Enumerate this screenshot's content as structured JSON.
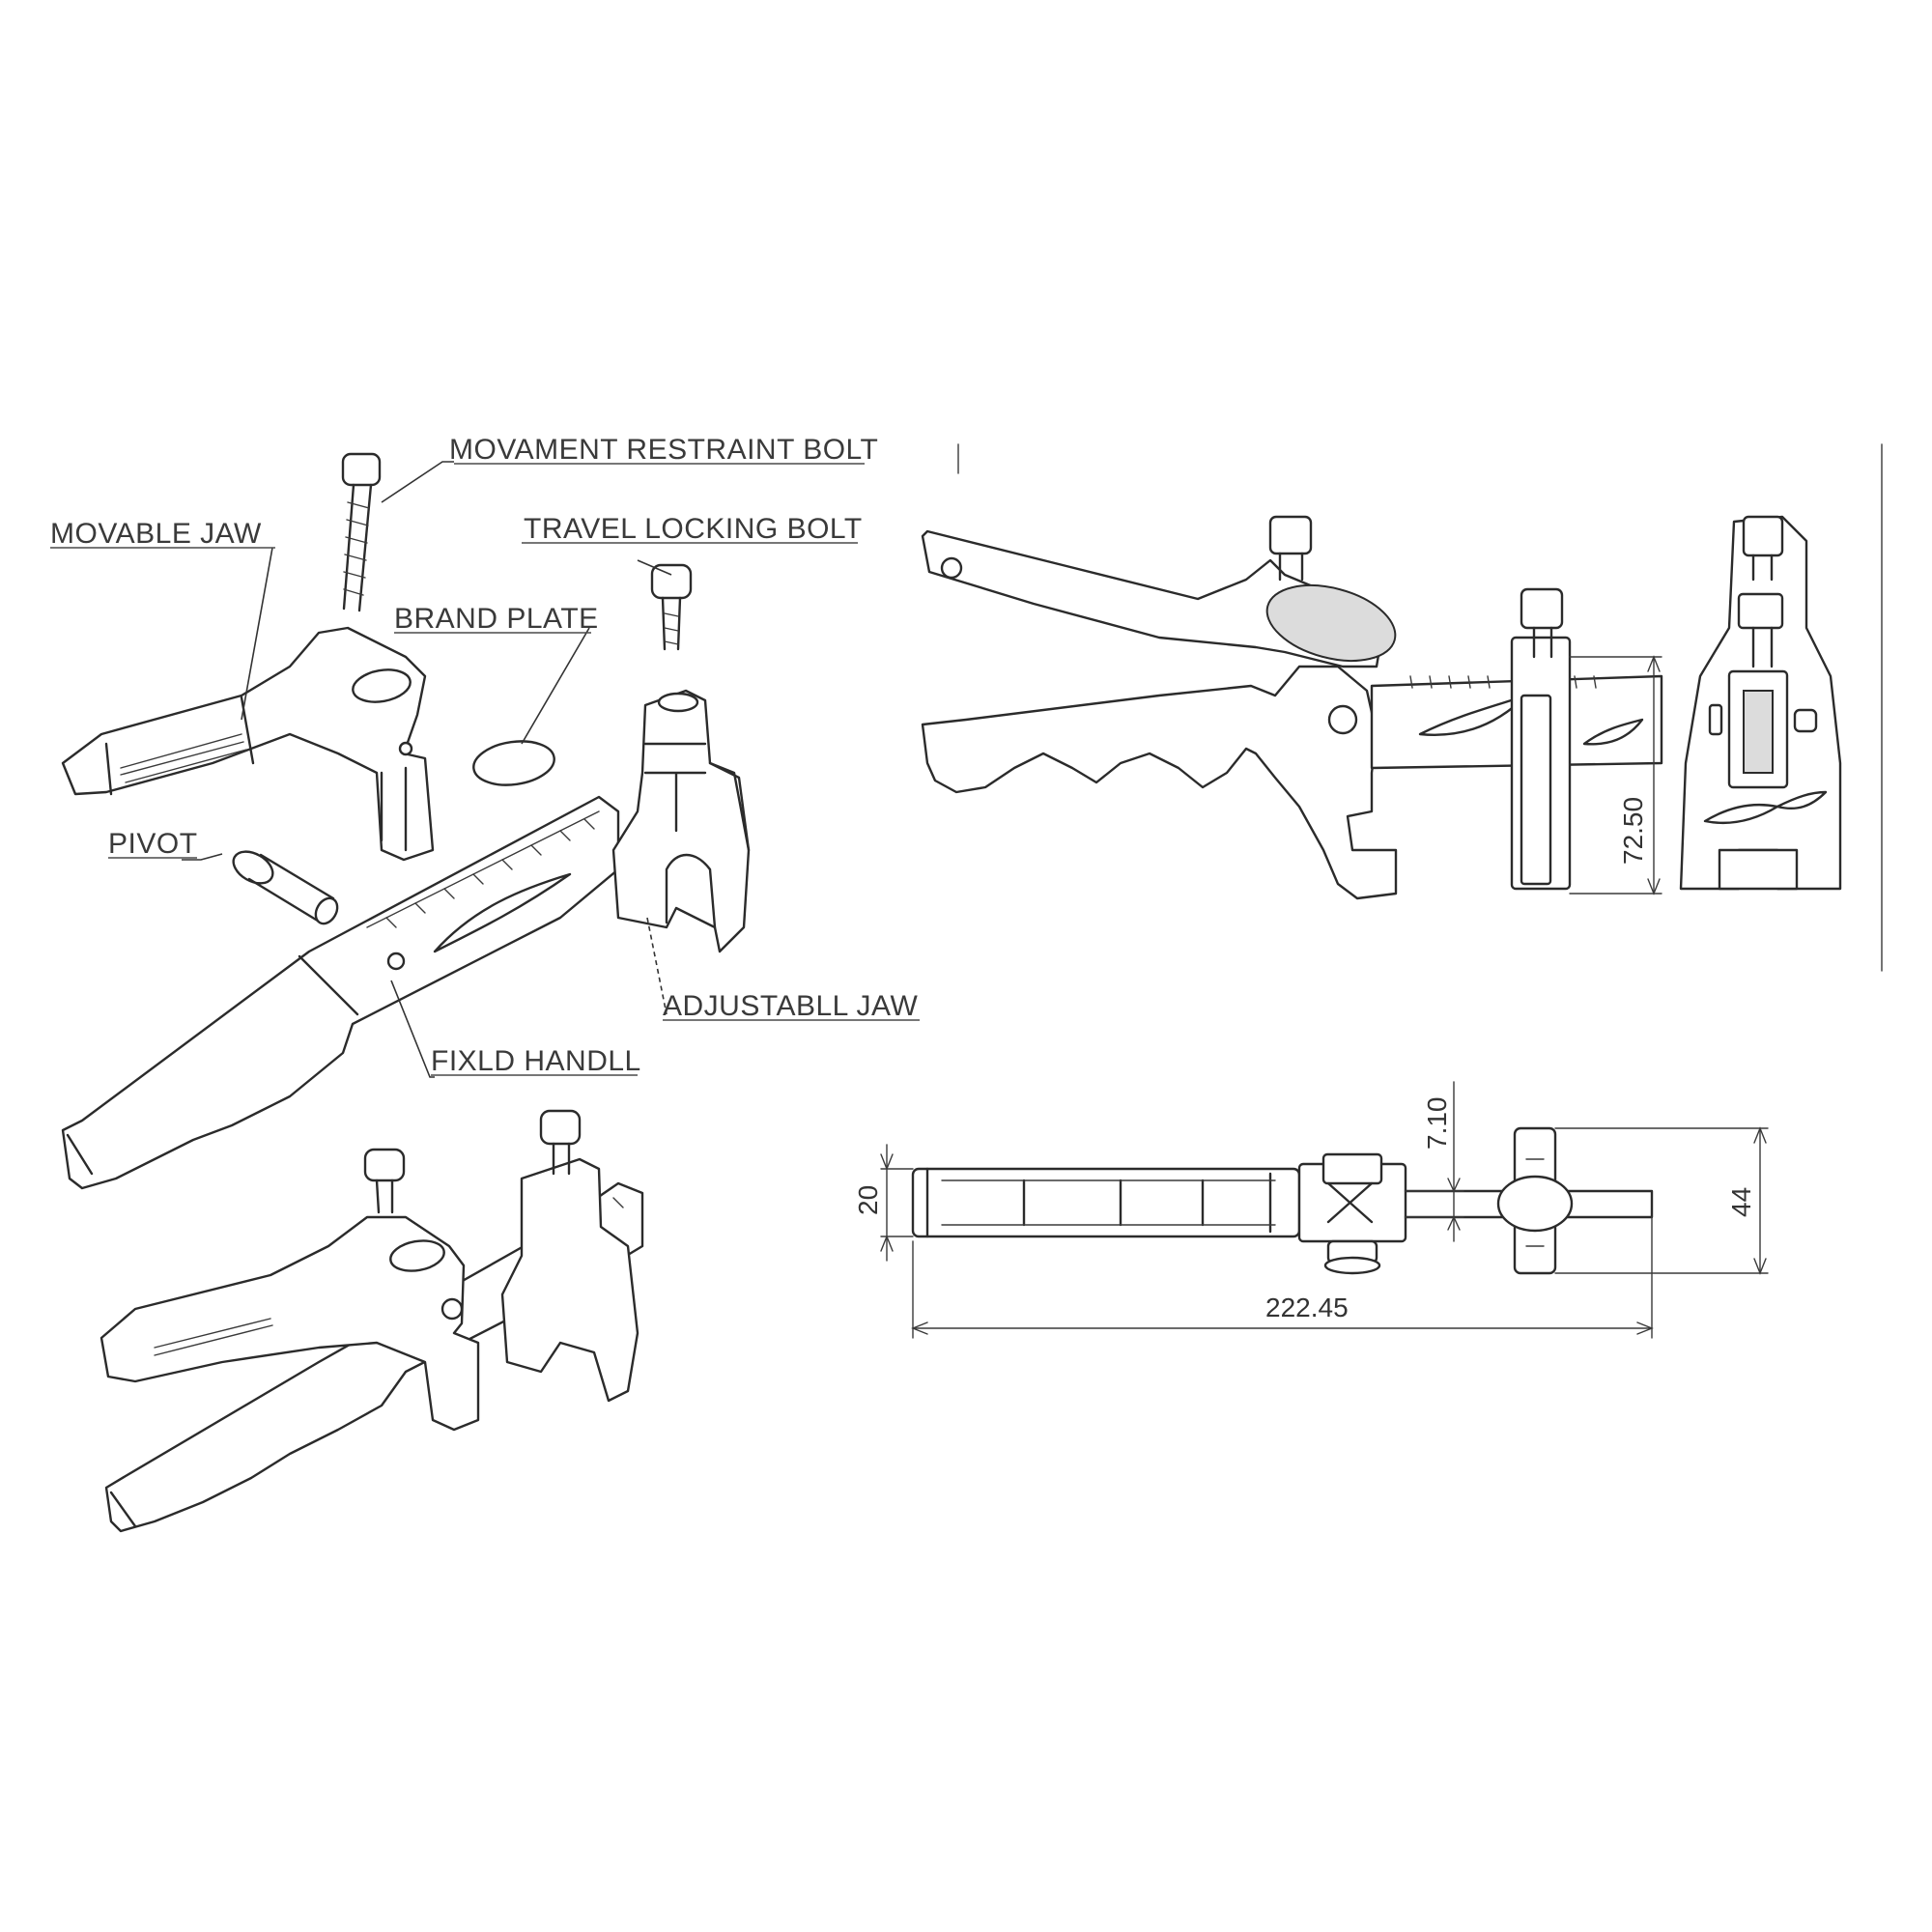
{
  "labels": {
    "movement_restraint_bolt": "MOVAMENT RESTRAINT BOLT",
    "movable_jaw": "MOVABLE JAW",
    "travel_locking_bolt": "TRAVEL LOCKING BOLT",
    "brand_plate": "BRAND PLATE",
    "pivot": "PIVOT",
    "adjustable_jaw": "ADJUSTABLL JAW",
    "fixed_handle": "FIXLD HANDLL"
  },
  "dimensions": {
    "height_side_view": "72.50",
    "width_top_view": "20",
    "bolt_clearance": "7.10",
    "jaw_depth": "44",
    "overall_length": "222.45"
  }
}
